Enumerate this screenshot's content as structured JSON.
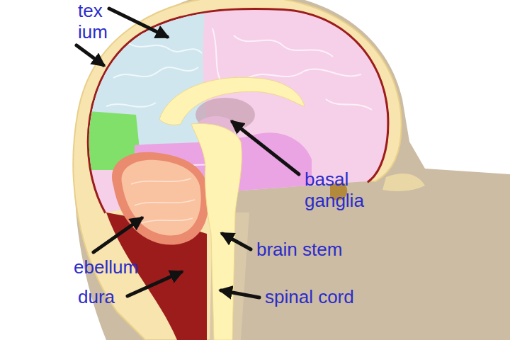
{
  "diagram": {
    "labels": [
      "tex",
      "ium",
      "basal ganglia",
      "ebellum",
      "dura",
      "brain stem",
      "spinal cord"
    ]
  }
}
